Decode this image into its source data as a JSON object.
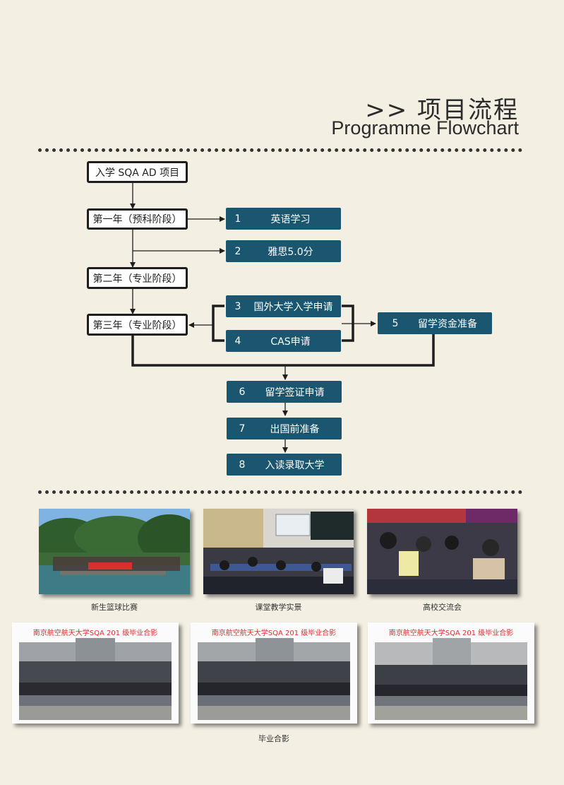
{
  "header": {
    "title_cn": ">> 项目流程",
    "title_en": "Programme Flowchart"
  },
  "flow": {
    "stages": [
      {
        "label": "入学 SQA AD 项目"
      },
      {
        "label": "第一年（预科阶段）"
      },
      {
        "label": "第二年（专业阶段）"
      },
      {
        "label": "第三年（专业阶段）"
      }
    ],
    "steps": [
      {
        "num": "1",
        "label": "英语学习"
      },
      {
        "num": "2",
        "label": "雅思5.0分"
      },
      {
        "num": "3",
        "label": "国外大学入学申请"
      },
      {
        "num": "4",
        "label": "CAS申请"
      },
      {
        "num": "5",
        "label": "留学资金准备"
      },
      {
        "num": "6",
        "label": "留学签证申请"
      },
      {
        "num": "7",
        "label": "出国前准备"
      },
      {
        "num": "8",
        "label": "入读录取大学"
      }
    ]
  },
  "gallery": {
    "row1": [
      {
        "caption": "新生篮球比赛"
      },
      {
        "caption": "课堂教学实景"
      },
      {
        "caption": "高校交流会"
      }
    ],
    "row2_caption": "毕业合影",
    "banners": [
      "南京航空航天大学SQA 201 级毕业合影",
      "南京航空航天大学SQA 201 级毕业合影",
      "南京航空航天大学SQA 201 级毕业合影"
    ]
  },
  "colors": {
    "teal": "#1a5670",
    "background": "#f3efe2"
  }
}
